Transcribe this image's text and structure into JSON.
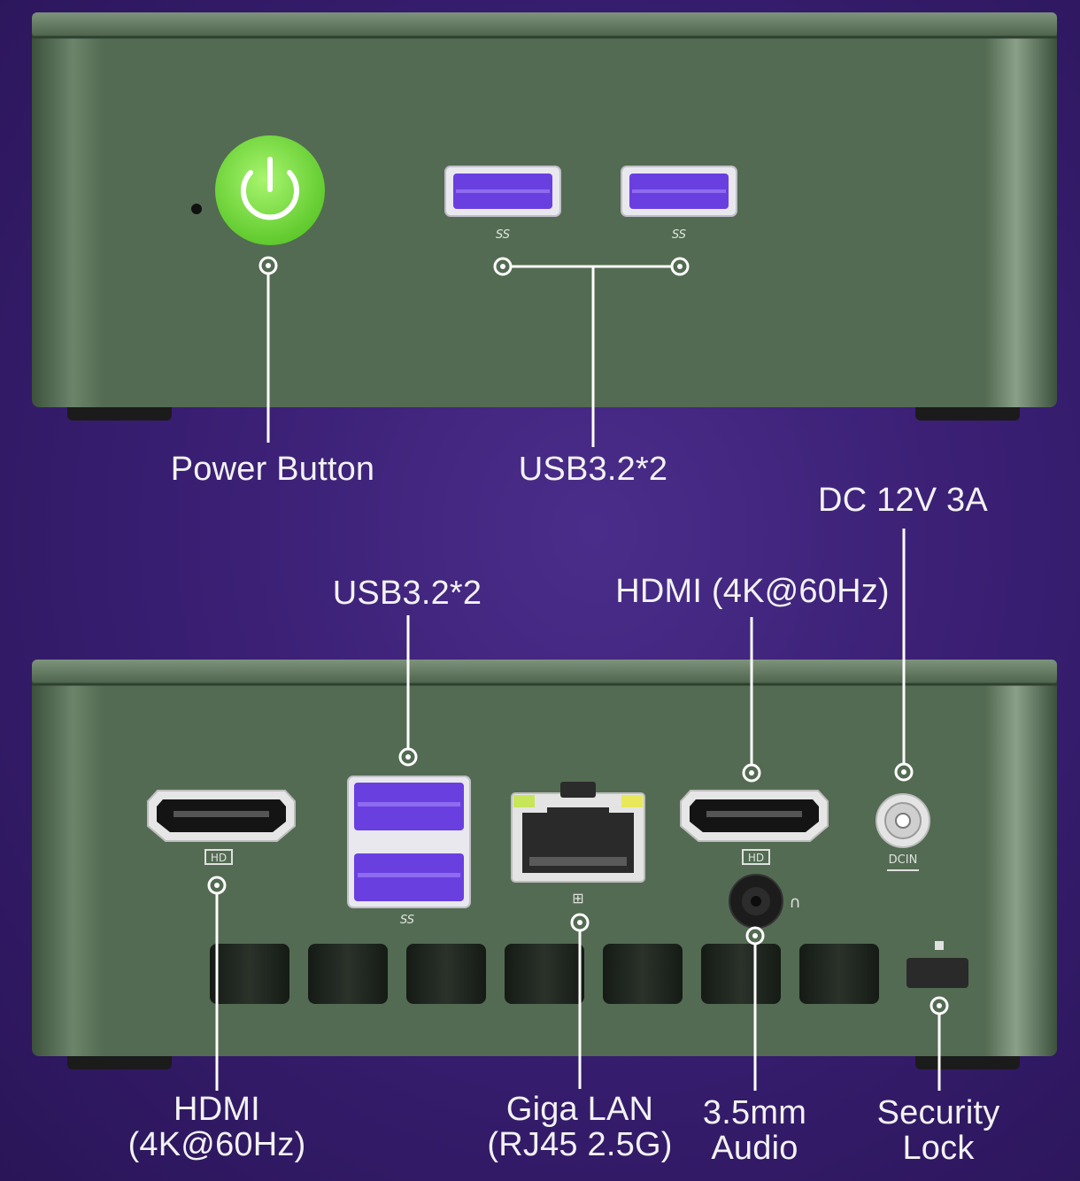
{
  "labels": {
    "power_button": "Power Button",
    "usb_front": "USB3.2*2",
    "dc_in": "DC 12V 3A",
    "usb_rear": "USB3.2*2",
    "hdmi_rear_right": "HDMI (4K@60Hz)",
    "hdmi_rear_left_line1": "HDMI",
    "hdmi_rear_left_line2": "(4K@60Hz)",
    "lan_line1": "Giga LAN",
    "lan_line2": "(RJ45 2.5G)",
    "audio_line1": "3.5mm",
    "audio_line2": "Audio",
    "lock_line1": "Security",
    "lock_line2": "Lock"
  },
  "port_marks": {
    "usb_ss": "SS",
    "hdmi_hd": "HD",
    "dcin": "DCIN"
  },
  "colors": {
    "background": "#3a1f74",
    "chassis": "#536b52",
    "chassis_dark": "#3f553f",
    "power_green": "#7de34a",
    "usb_purple": "#6a3fe0",
    "label_text": "#f2f2f2"
  }
}
